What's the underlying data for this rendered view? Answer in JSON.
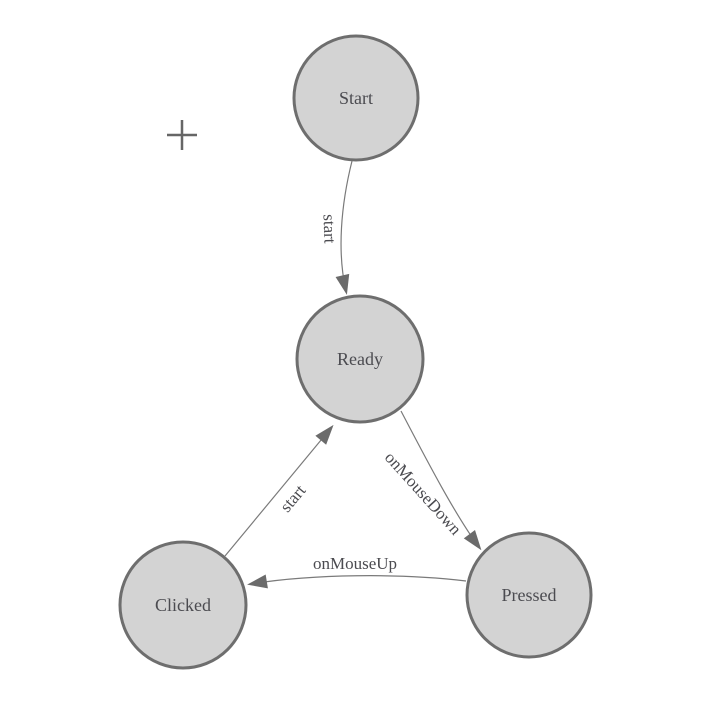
{
  "diagram": {
    "background_color": "#ffffff",
    "nodes": [
      {
        "id": "start",
        "label": "Start"
      },
      {
        "id": "ready",
        "label": "Ready"
      },
      {
        "id": "clicked",
        "label": "Clicked"
      },
      {
        "id": "pressed",
        "label": "Pressed"
      }
    ],
    "edges": [
      {
        "from": "start",
        "to": "ready",
        "label": "start"
      },
      {
        "from": "ready",
        "to": "pressed",
        "label": "onMouseDown"
      },
      {
        "from": "clicked",
        "to": "ready",
        "label": "start"
      },
      {
        "from": "pressed",
        "to": "clicked",
        "label": "onMouseUp"
      }
    ],
    "tools": {
      "crosshair_icon": "plus-crosshair"
    },
    "colors": {
      "node_fill": "#d3d3d3",
      "node_border": "#6e6e6e",
      "edge_line": "#7a7a7a",
      "arrowhead": "#6b6b6b",
      "label_text": "#4b4b50",
      "crosshair": "#666666"
    }
  }
}
